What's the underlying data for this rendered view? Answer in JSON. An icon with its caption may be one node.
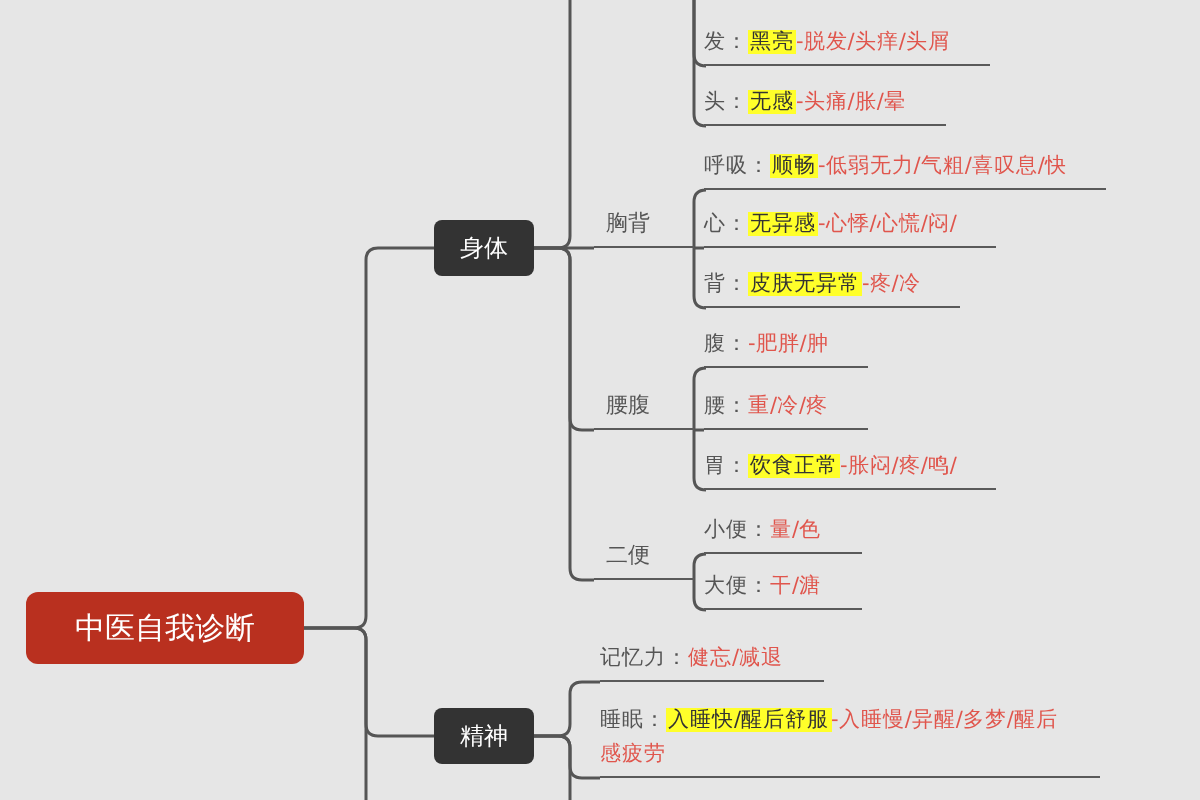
{
  "diagram": {
    "nodes": [
      {
        "text": [
          "中医自我诊断"
        ]
      },
      {
        "text": [
          "身体"
        ]
      },
      {
        "text": [
          "发：",
          "黑亮",
          "-脱发/头痒/头屑"
        ]
      },
      {
        "text": [
          "头：",
          "无感",
          "-头痛/胀/晕"
        ]
      },
      {
        "text": [
          "胸背"
        ]
      },
      {
        "text": [
          "呼吸：",
          "顺畅",
          "-低弱无力/气粗/喜叹息/快"
        ]
      },
      {
        "text": [
          "心：",
          "无异感",
          "-心悸/心慌/闷/"
        ]
      },
      {
        "text": [
          "背：",
          "皮肤无异常",
          "-疼/冷"
        ]
      },
      {
        "text": [
          "腰腹"
        ]
      },
      {
        "text": [
          "腹：",
          "-肥胖/肿"
        ]
      },
      {
        "text": [
          "腰：",
          "重/冷/疼"
        ]
      },
      {
        "text": [
          "胃：",
          "饮食正常",
          "-胀闷/疼/鸣/"
        ]
      },
      {
        "text": [
          "二便"
        ]
      },
      {
        "text": [
          "小便：",
          "量/色"
        ]
      },
      {
        "text": [
          "大便：",
          "干/溏"
        ]
      },
      {
        "text": [
          "精神"
        ]
      },
      {
        "text": [
          "记忆力：",
          "健忘/减退"
        ]
      },
      {
        "text": [
          "睡眠：",
          "入睡快/醒后舒服",
          "-入睡慢/异醒/多梦/醒后感疲劳"
        ]
      }
    ],
    "edges": [
      {
        "from": 0,
        "to": 1,
        "arrow": "none"
      },
      {
        "from": 0,
        "to": 15,
        "arrow": "none"
      },
      {
        "from": 0,
        "to": null,
        "arrow": "none"
      },
      {
        "from": 1,
        "to": null,
        "arrow": "none"
      },
      {
        "from": null,
        "to": 2,
        "arrow": "none"
      },
      {
        "from": null,
        "to": 3,
        "arrow": "none"
      },
      {
        "from": 1,
        "to": 4,
        "arrow": "none"
      },
      {
        "from": 4,
        "to": 5,
        "arrow": "none"
      },
      {
        "from": 4,
        "to": 6,
        "arrow": "none"
      },
      {
        "from": 4,
        "to": 7,
        "arrow": "none"
      },
      {
        "from": 1,
        "to": 8,
        "arrow": "none"
      },
      {
        "from": 8,
        "to": 9,
        "arrow": "none"
      },
      {
        "from": 8,
        "to": 10,
        "arrow": "none"
      },
      {
        "from": 8,
        "to": 11,
        "arrow": "none"
      },
      {
        "from": 1,
        "to": 12,
        "arrow": "none"
      },
      {
        "from": 12,
        "to": 13,
        "arrow": "none"
      },
      {
        "from": 12,
        "to": 14,
        "arrow": "none"
      },
      {
        "from": 15,
        "to": 16,
        "arrow": "none"
      },
      {
        "from": 15,
        "to": 17,
        "arrow": "none"
      },
      {
        "from": 15,
        "to": null,
        "arrow": "none"
      }
    ]
  }
}
